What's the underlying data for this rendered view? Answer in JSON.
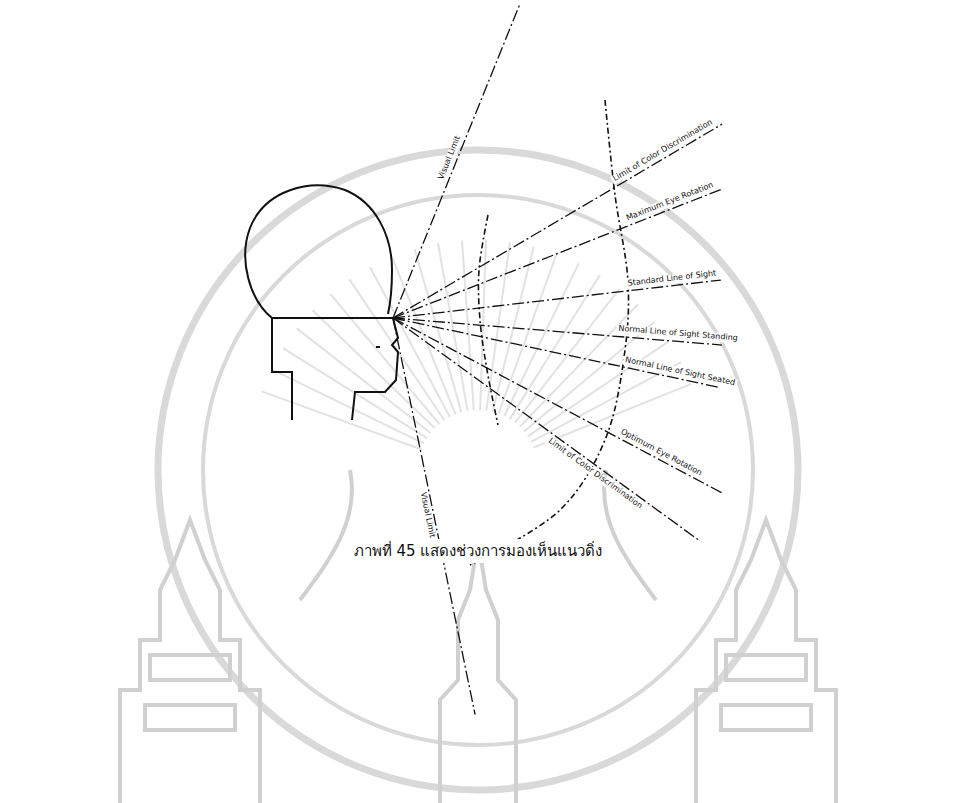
{
  "diagram": {
    "caption": "ภาพที่ 45 แสดงช่วงการมองเห็นแนวดิ่ง",
    "labels": [
      "Visual Limit",
      "Limit of Color Discrimination",
      "Maximum Eye Rotation",
      "Standard Line of Sight",
      "Normal Line of Sight Standing",
      "Normal Line of Sight Seated",
      "Optimum Eye Rotation",
      "Limit of Color Discrimination",
      "Visual Limit"
    ]
  }
}
